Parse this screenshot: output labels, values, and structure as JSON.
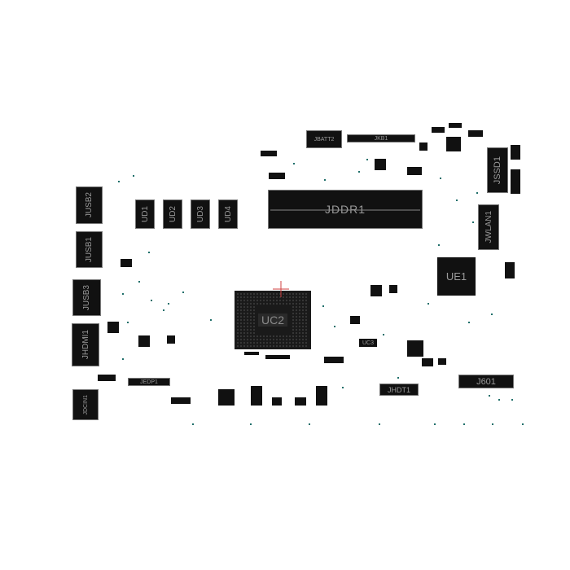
{
  "connectors": {
    "jusb2": "JUSB2",
    "jusb1": "JUSB1",
    "jusb3": "JUSB3",
    "jhdmi1": "JHDMI1",
    "jdcin1": "JDCIN1",
    "jedp1": "JEDP1",
    "jhdt1": "JHDT1",
    "j601": "J601",
    "jbatt2": "JBATT2",
    "jkb1": "JKB1",
    "jssd1": "JSSD1",
    "jwlan1": "JWLAN1",
    "jddr1": "JDDR1"
  },
  "chips": {
    "ud1": "UD1",
    "ud2": "UD2",
    "ud3": "UD3",
    "ud4": "UD4",
    "uc2": "UC2",
    "ue1": "UE1",
    "uc3": "UC3"
  },
  "colors": {
    "background": "#ffffff",
    "component": "#111111",
    "label": "#9a9a9a",
    "pad_teal": "#1f6f6a",
    "marker_red": "#d04040"
  }
}
